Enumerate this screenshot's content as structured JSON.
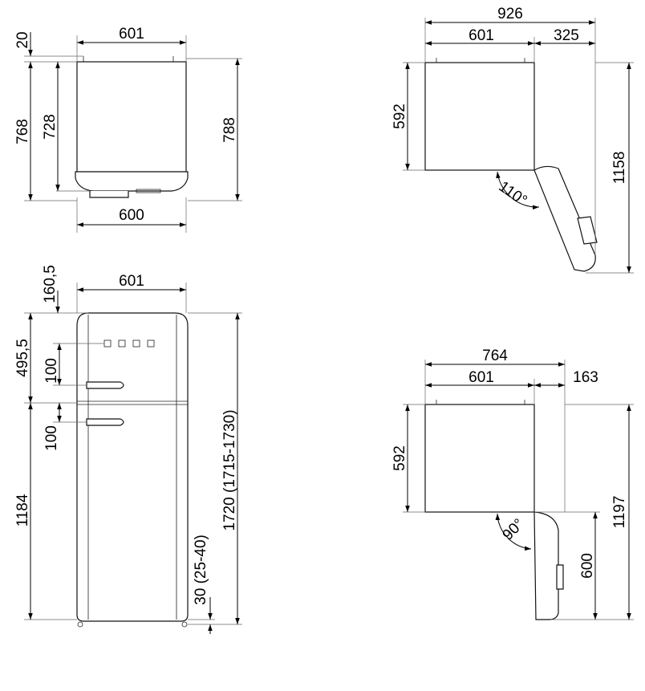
{
  "labels": {
    "side_top_gap": "20",
    "side_width_top": "601",
    "side_height_total": "768",
    "side_height_body": "728",
    "side_height_right": "788",
    "side_width_bottom": "600",
    "front_top_offset": "160,5",
    "front_width": "601",
    "front_upper_height": "495,5",
    "front_handle_gap_upper": "100",
    "front_handle_gap_lower": "100",
    "front_lower_height": "1184",
    "front_feet": "30 (25-40)",
    "front_total_height": "1720 (1715-1730)",
    "top110_overall": "926",
    "top110_body": "601",
    "top110_door": "325",
    "top110_depth": "592",
    "top110_angle": "110°",
    "top110_depth_total": "1158",
    "top90_overall": "764",
    "top90_body": "601",
    "top90_door": "163",
    "top90_depth": "592",
    "top90_angle": "90°",
    "top90_door_len": "600",
    "top90_depth_total": "1197"
  }
}
